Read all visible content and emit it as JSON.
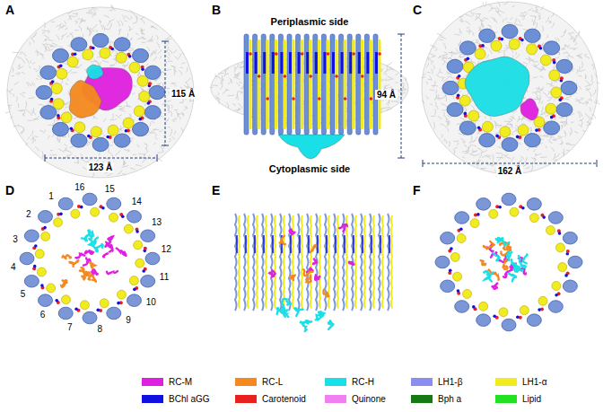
{
  "diagram": {
    "labels": [
      "A",
      "115 Å",
      "123 Å",
      "B",
      "Periplasmic side",
      "Cytoplasmic side",
      "94 Å",
      "C",
      "162 Å",
      "D",
      "1",
      "2",
      "3",
      "4",
      "5",
      "6",
      "7",
      "8",
      "9",
      "10",
      "11",
      "12",
      "13",
      "14",
      "15",
      "16",
      "E",
      "F"
    ],
    "legend": [
      {
        "text": "RC-M",
        "color": "#e020e0"
      },
      {
        "text": "RC-L",
        "color": "#f5891f"
      },
      {
        "text": "RC-H",
        "color": "#19e0e6"
      },
      {
        "text": "LH1-β",
        "color": "#8a8ef0"
      },
      {
        "text": "LH1-α",
        "color": "#f0ec20"
      },
      {
        "text": "BChl aGG",
        "color": "#1010e0"
      },
      {
        "text": "Carotenoid",
        "color": "#e82020"
      },
      {
        "text": "Quinone",
        "color": "#f080f0"
      },
      {
        "text": "Bph a",
        "color": "#157a15"
      },
      {
        "text": "Lipid",
        "color": "#22e022"
      }
    ]
  }
}
